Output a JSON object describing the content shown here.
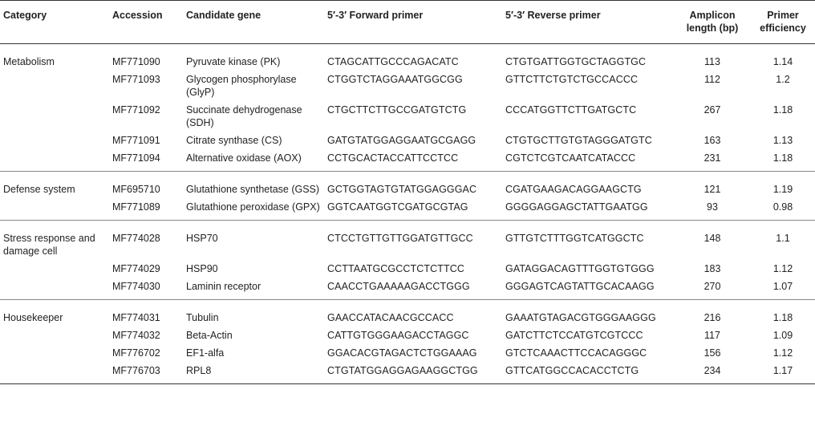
{
  "headers": {
    "category": "Category",
    "accession": "Accession",
    "gene": "Candidate gene",
    "forward": "5′-3′ Forward primer",
    "reverse": "5′-3′ Reverse primer",
    "amplicon": "Amplicon length (bp)",
    "efficiency": "Primer efficiency"
  },
  "groups": [
    {
      "category": "Metabolism",
      "rows": [
        {
          "accession": "MF771090",
          "gene": "Pyruvate kinase (PK)",
          "forward": "CTAGCATTGCCCAGACATC",
          "reverse": "CTGTGATTGGTGCTAGGTGC",
          "amplicon": "113",
          "efficiency": "1.14"
        },
        {
          "accession": "MF771093",
          "gene": "Glycogen phosphorylase (GlyP)",
          "forward": "CTGGTCTAGGAAATGGCGG",
          "reverse": "GTTCTTCTGTCTGCCACCC",
          "amplicon": "112",
          "efficiency": "1.2"
        },
        {
          "accession": "MF771092",
          "gene": "Succinate dehydrogenase (SDH)",
          "forward": "CTGCTTCTTGCCGATGTCTG",
          "reverse": "CCCATGGTTCTTGATGCTC",
          "amplicon": "267",
          "efficiency": "1.18"
        },
        {
          "accession": "MF771091",
          "gene": "Citrate synthase (CS)",
          "forward": "GATGTATGGAGGAATGCGAGG",
          "reverse": "CTGTGCTTGTGTAGGGATGTC",
          "amplicon": "163",
          "efficiency": "1.13"
        },
        {
          "accession": "MF771094",
          "gene": "Alternative oxidase (AOX)",
          "forward": "CCTGCACTACCATTCCTCC",
          "reverse": "CGTCTCGTCAATCATACCC",
          "amplicon": "231",
          "efficiency": "1.18"
        }
      ]
    },
    {
      "category": "Defense system",
      "rows": [
        {
          "accession": "MF695710",
          "gene": "Glutathione synthetase (GSS)",
          "forward": "GCTGGTAGTGTATGGAGGGAC",
          "reverse": "CGATGAAGACAGGAAGCTG",
          "amplicon": "121",
          "efficiency": "1.19"
        },
        {
          "accession": "MF771089",
          "gene": "Glutathione peroxidase (GPX)",
          "forward": "GGTCAATGGTCGATGCGTAG",
          "reverse": "GGGGAGGAGCTATTGAATGG",
          "amplicon": "93",
          "efficiency": "0.98"
        }
      ]
    },
    {
      "category": "Stress response and damage cell",
      "rows": [
        {
          "accession": "MF774028",
          "gene": "HSP70",
          "forward": "CTCCTGTTGTTGGATGTTGCC",
          "reverse": "GTTGTCTTTGGTCATGGCTC",
          "amplicon": "148",
          "efficiency": "1.1"
        },
        {
          "accession": "MF774029",
          "gene": "HSP90",
          "forward": "CCTTAATGCGCCTCTCTTCC",
          "reverse": "GATAGGACAGTTTGGTGTGGG",
          "amplicon": "183",
          "efficiency": "1.12"
        },
        {
          "accession": "MF774030",
          "gene": "Laminin receptor",
          "forward": "CAACCTGAAAAAGACCTGGG",
          "reverse": "GGGAGTCAGTATTGCACAAGG",
          "amplicon": "270",
          "efficiency": "1.07"
        }
      ]
    },
    {
      "category": "Housekeeper",
      "rows": [
        {
          "accession": "MF774031",
          "gene": "Tubulin",
          "forward": "GAACCATACAACGCCACC",
          "reverse": "GAAATGTAGACGTGGGAAGGG",
          "amplicon": "216",
          "efficiency": "1.18"
        },
        {
          "accession": "MF774032",
          "gene": "Beta-Actin",
          "forward": "CATTGTGGGAAGACCTAGGC",
          "reverse": "GATCTTCTCCATGTCGTCCC",
          "amplicon": "117",
          "efficiency": "1.09"
        },
        {
          "accession": "MF776702",
          "gene": "EF1-alfa",
          "forward": "GGACACGTAGACTCTGGAAAG",
          "reverse": "GTCTCAAACTTCCACAGGGC",
          "amplicon": "156",
          "efficiency": "1.12"
        },
        {
          "accession": "MF776703",
          "gene": "RPL8",
          "forward": "CTGTATGGAGGAGAAGGCTGG",
          "reverse": "GTTCATGGCCACACCTCTG",
          "amplicon": "234",
          "efficiency": "1.17"
        }
      ]
    }
  ]
}
